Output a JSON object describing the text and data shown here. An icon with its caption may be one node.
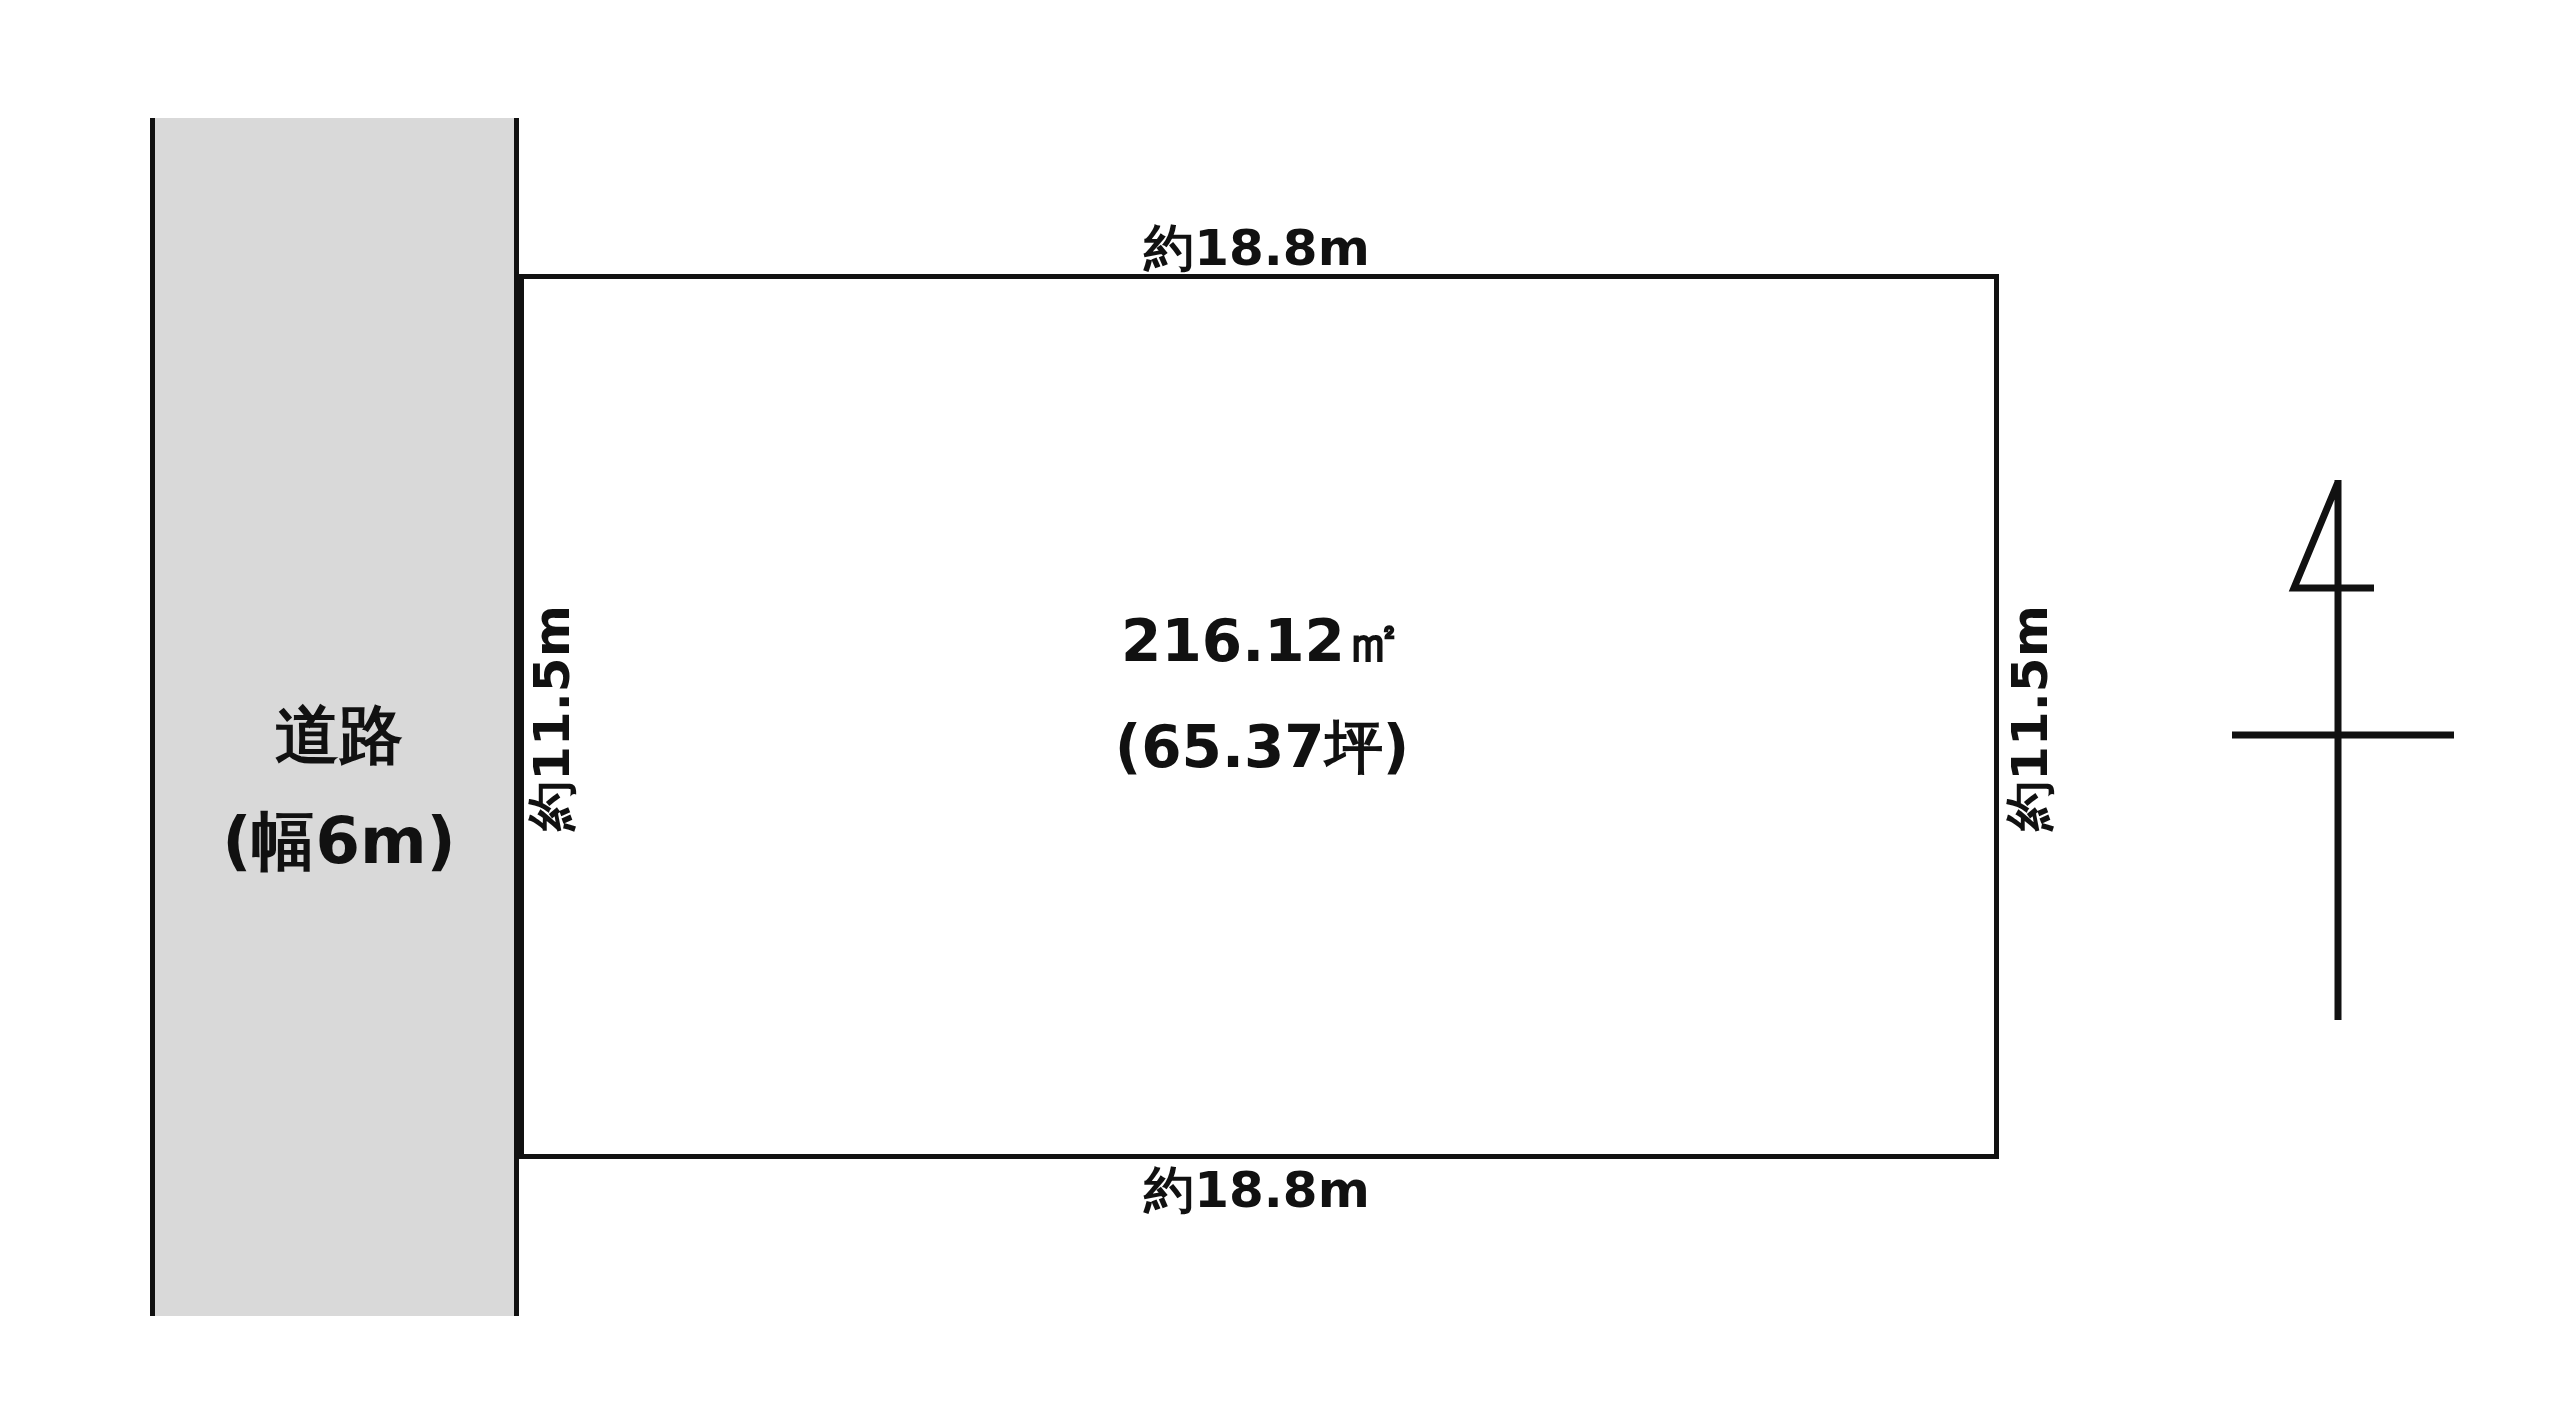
{
  "diagram": {
    "nodes": [
      {
        "text": [
          "道路",
          "(幅6m)"
        ]
      },
      {
        "text": [
          "216.12㎡",
          "(65.37坪)"
        ]
      }
    ],
    "labels": [
      "約18.8m",
      "約11.5m",
      "約11.5m",
      "約18.8m"
    ]
  }
}
